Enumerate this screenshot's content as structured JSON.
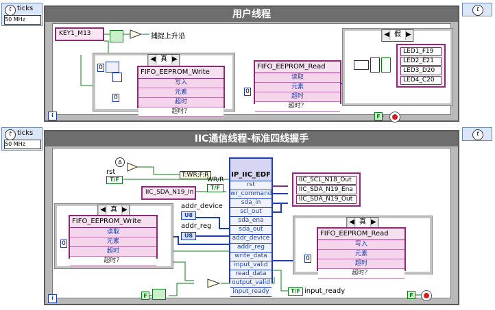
{
  "timed1": {
    "label": "ticks",
    "clock": "50 MHz"
  },
  "timed2": {
    "label": "ticks",
    "clock": "50 MHz"
  },
  "loop1": {
    "title": "用户线程"
  },
  "loop2": {
    "title": "IIC通信线程-标准四线握手"
  },
  "top": {
    "key_ctrl": "KEY1_M13",
    "edge_label": "捕捉上升沿",
    "case_true": "真",
    "case_false": "假",
    "fifo_write": {
      "title": "FIFO_EEPROM_Write",
      "rows": [
        "写入",
        "元素",
        "超时",
        "超时？"
      ]
    },
    "fifo_read": {
      "title": "FIFO_EEPROM_Read",
      "rows": [
        "读取",
        "元素",
        "超时",
        "超时？"
      ]
    },
    "zero1": "0",
    "zero2": "0",
    "zero3": "0",
    "leds": [
      "LED1_F19",
      "LED2_E21",
      "LED3_D20",
      "LED4_C20"
    ],
    "false_const": "F"
  },
  "bottom": {
    "rst_label": "rst",
    "tf_label": "T/F",
    "twr_label": "T:WR;F:R",
    "wrr_label": "WR/R",
    "sda_in_ctrl": "IIC_SDA_N19_In",
    "ip": {
      "title": "IP_IIC_EDF",
      "rows": [
        "rst",
        "wr_command",
        "sda_in",
        "scl_out",
        "sda_ena",
        "sda_out",
        "addr_device",
        "addr_reg",
        "write_data",
        "input_valid",
        "read_data",
        "output_valid",
        "input_ready"
      ]
    },
    "outputs": [
      "IIC_SCL_N18_Out",
      "IIC_SDA_N19_Ena",
      "IIC_SDA_N19_Out"
    ],
    "addr_device": "addr_device",
    "addr_reg": "addr_reg",
    "u8": "U8",
    "case_true_left": "真",
    "case_true_right": "真",
    "fifo_write": {
      "title": "FIFO_EEPROM_Write",
      "rows": [
        "读取",
        "元素",
        "超时",
        "超时？"
      ]
    },
    "fifo_read": {
      "title": "FIFO_EEPROM_Read",
      "rows": [
        "写入",
        "元素",
        "超时",
        "超时？"
      ]
    },
    "zero_l": "0",
    "zero_r": "0",
    "input_ready": "input_ready",
    "false_const": "F"
  }
}
